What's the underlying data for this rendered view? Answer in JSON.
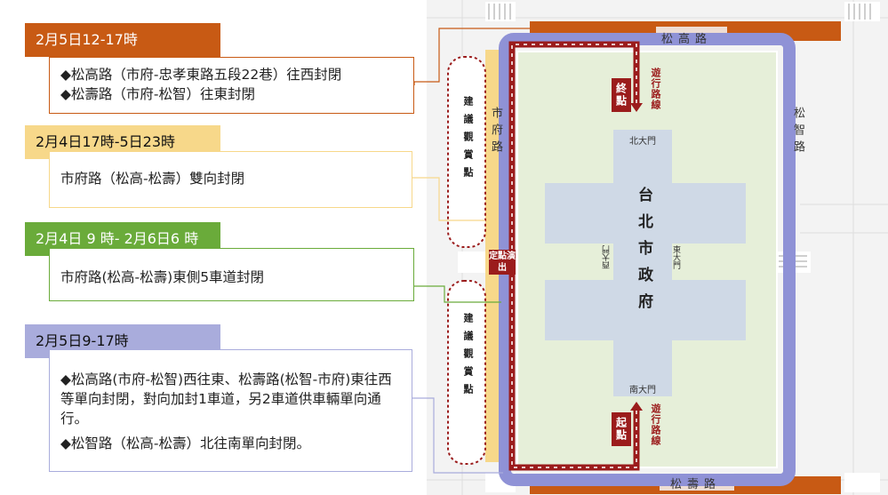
{
  "legend": [
    {
      "header": "2月5日12-17時",
      "color": "#c85a14",
      "lines": [
        "◆松高路（市府-忠孝東路五段22巷）往西封閉",
        "◆松壽路（市府-松智）往東封閉"
      ]
    },
    {
      "header": "2月4日17時-5日23時",
      "color": "#f7d88a",
      "lines": [
        "市府路（松高-松壽）雙向封閉"
      ]
    },
    {
      "header": "2月4日 9 時- 2月6日6 時",
      "color": "#6aab3a",
      "lines": [
        "市府路(松高-松壽)東側5車道封閉"
      ]
    },
    {
      "header": "2月5日9-17時",
      "color": "#a9acdc",
      "lines": [
        "◆松高路(市府-松智)西往東、松壽路(松智-市府)東往西等單向封閉，對向加封1車道，另2車道供車輛單向通行。",
        "◆松智路（松高-松壽）北往南單向封閉。"
      ]
    }
  ],
  "map": {
    "roads": {
      "north": "松高路",
      "south": "松壽路",
      "east": "松智路",
      "west": "市府路"
    },
    "building": {
      "name": "台北市政府",
      "north_gate": "北大門",
      "south_gate": "南大門",
      "west_gate": "西大門",
      "east_gate": "東大門"
    },
    "viewing_points": [
      "建議觀賞點",
      "建議觀賞點"
    ],
    "end_point": "終點",
    "start_point": "起點",
    "route_label": "遊行路線",
    "performance": "定點演出",
    "colors": {
      "orange": "#c85a14",
      "yellow": "#f7d88a",
      "green": "#6aab3a",
      "purple": "#8f92d6",
      "route_red": "#9b1c1c",
      "plaza": "#e6efd9",
      "building": "#cfd9e6"
    }
  }
}
